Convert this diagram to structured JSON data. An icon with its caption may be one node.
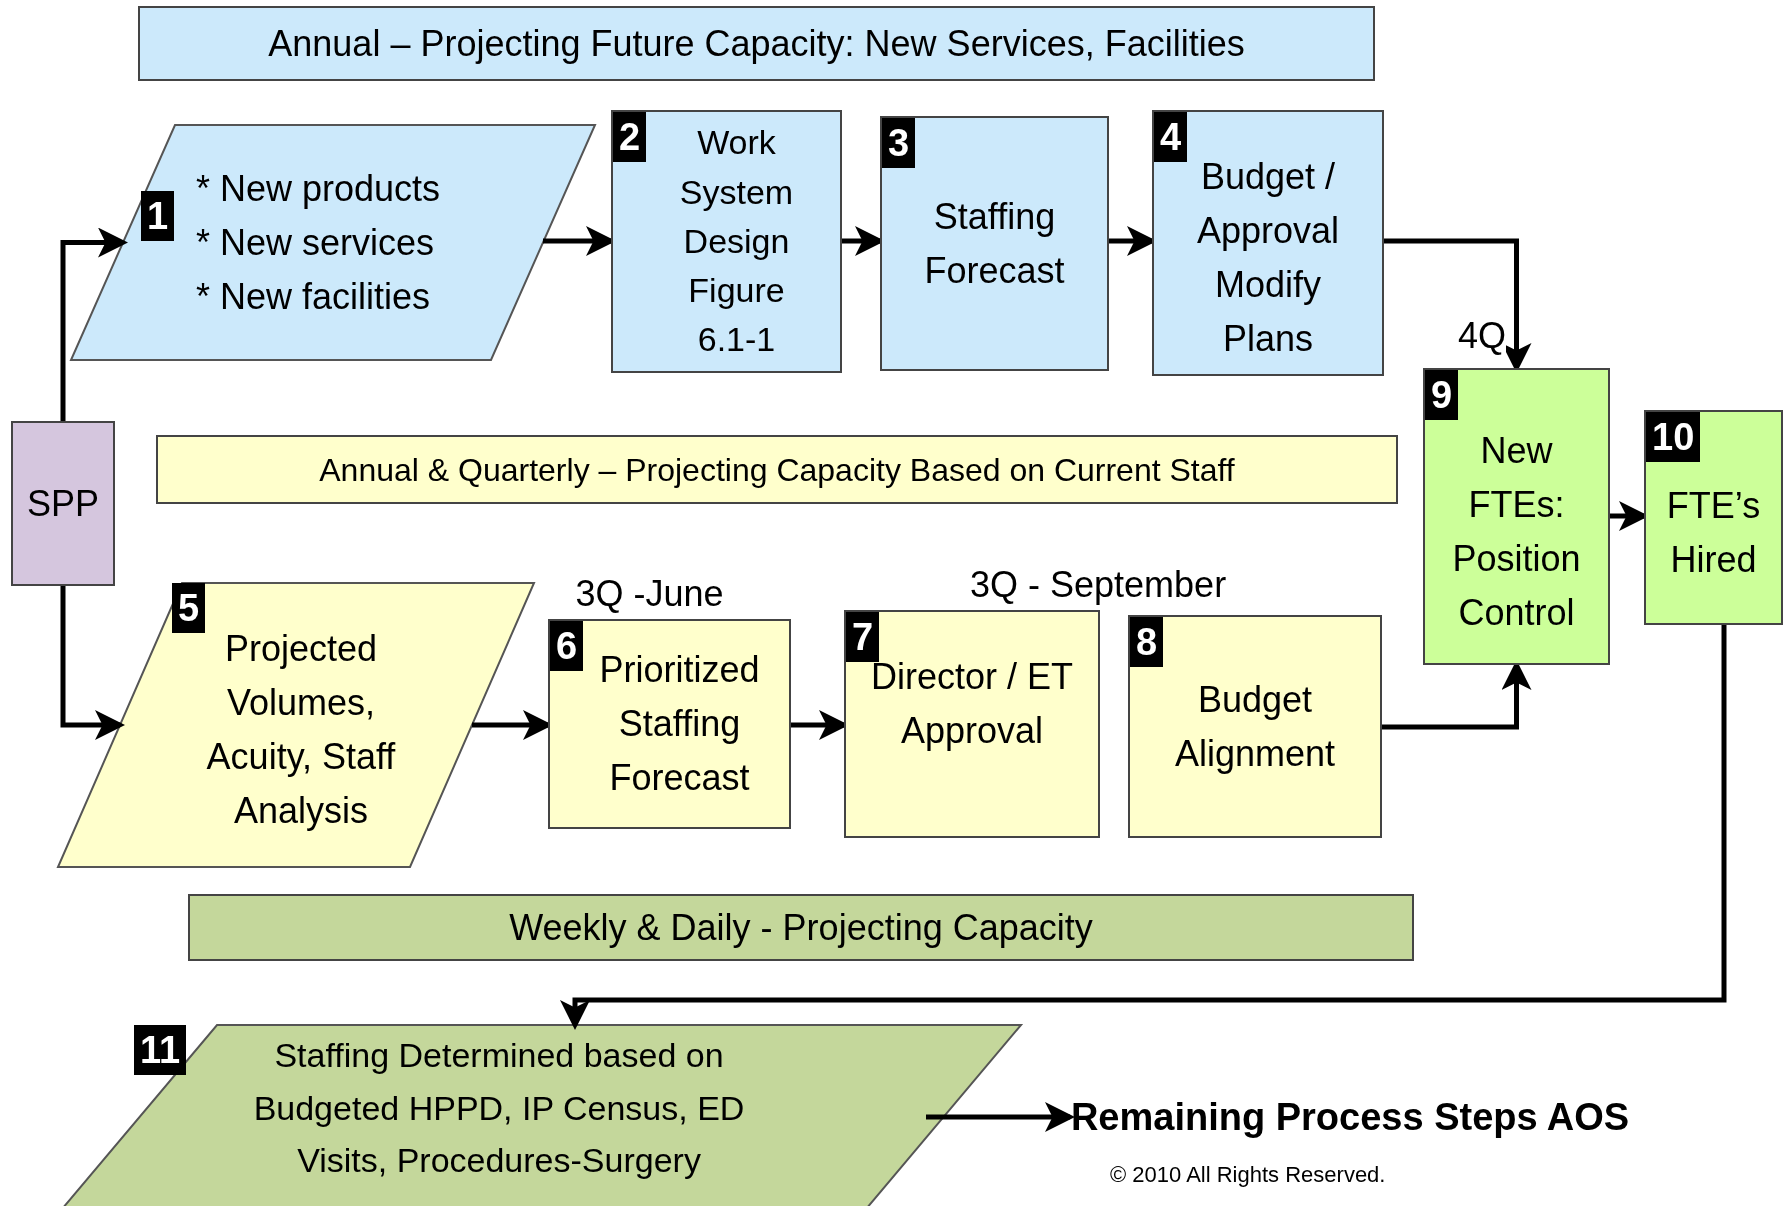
{
  "diagram": {
    "nodes": [
      {
        "text": [
          "Annual – Projecting Future Capacity: New Services, Facilities"
        ]
      },
      {
        "text": [
          "1",
          "* New products",
          "* New services",
          "* New facilities"
        ]
      },
      {
        "text": [
          "2",
          "Work System Design Figure 6.1-1"
        ]
      },
      {
        "text": [
          "3",
          "Staffing Forecast"
        ]
      },
      {
        "text": [
          "4",
          "Budget / Approval Modify Plans"
        ]
      },
      {
        "text": [
          "SPP"
        ]
      },
      {
        "text": [
          "Annual & Quarterly – Projecting Capacity Based on Current Staff"
        ]
      },
      {
        "text": [
          "9",
          "New FTEs: Position Control"
        ]
      },
      {
        "text": [
          "10",
          "FTE’s Hired"
        ]
      },
      {
        "text": [
          "5",
          "Projected Volumes, Acuity, Staff Analysis"
        ]
      },
      {
        "text": [
          "6",
          "Prioritized Staffing Forecast"
        ],
        "beside": [
          "3Q -June"
        ]
      },
      {
        "text": [
          "7",
          "Director / ET Approval"
        ]
      },
      {
        "text": [
          "8",
          "Budget Alignment"
        ]
      },
      {
        "text": [
          "Weekly & Daily - Projecting Capacity"
        ]
      },
      {
        "text": [
          "11",
          "Staffing Determined based on Budgeted HPPD, IP Census, ED Visits, Procedures-Surgery"
        ]
      },
      {
        "text": [
          "Remaining Process Steps AOS"
        ]
      }
    ],
    "edges": [
      {
        "from": 5,
        "to": 1,
        "arrow": "to"
      },
      {
        "from": 5,
        "to": 9,
        "arrow": "to"
      },
      {
        "from": 1,
        "to": 2,
        "arrow": "to"
      },
      {
        "from": 2,
        "to": 3,
        "arrow": "to"
      },
      {
        "from": 3,
        "to": 4,
        "arrow": "to"
      },
      {
        "from": 4,
        "to": 7,
        "arrow": "to",
        "label": "4Q"
      },
      {
        "from": 9,
        "to": 10,
        "arrow": "to"
      },
      {
        "from": 10,
        "to": 11,
        "arrow": "to"
      },
      {
        "from": 12,
        "to": 7,
        "arrow": "to"
      },
      {
        "from": 7,
        "to": 8,
        "arrow": "to"
      },
      {
        "from": 8,
        "to": 14,
        "arrow": "to"
      },
      {
        "from": 14,
        "to": 15,
        "arrow": "to"
      }
    ],
    "labels": [
      "3Q - September",
      "© 2010 All Rights Reserved."
    ]
  }
}
